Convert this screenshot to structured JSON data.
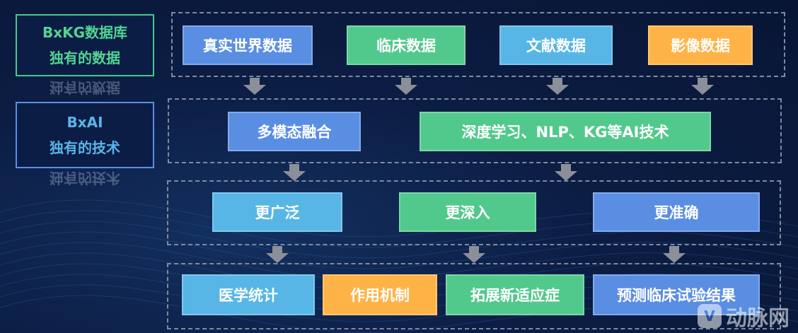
{
  "legend": {
    "kg": {
      "line1": "BxKG数据库",
      "line2": "独有的数据",
      "reflection": "独有的数据"
    },
    "ai": {
      "line1": "BxAI",
      "line2": "独有的技术",
      "reflection": "独有的技术"
    }
  },
  "rows": {
    "data_sources": [
      "真实世界数据",
      "临床数据",
      "文献数据",
      "影像数据"
    ],
    "techniques": [
      "多模态融合",
      "深度学习、NLP、KG等AI技术"
    ],
    "qualities": [
      "更广泛",
      "更深入",
      "更准确"
    ],
    "applications": [
      "医学统计",
      "作用机制",
      "拓展新适应症",
      "预测临床试验结果"
    ]
  },
  "colors": {
    "blue": "#5a8ee3",
    "green": "#52c98c",
    "cyan": "#57b6e6",
    "orange": "#ffb347",
    "kg_border": "#46c98a",
    "ai_border": "#5b8ee8",
    "background": "#0c1d44"
  },
  "watermark": {
    "icon": "logo-icon",
    "text": "动脉网"
  }
}
